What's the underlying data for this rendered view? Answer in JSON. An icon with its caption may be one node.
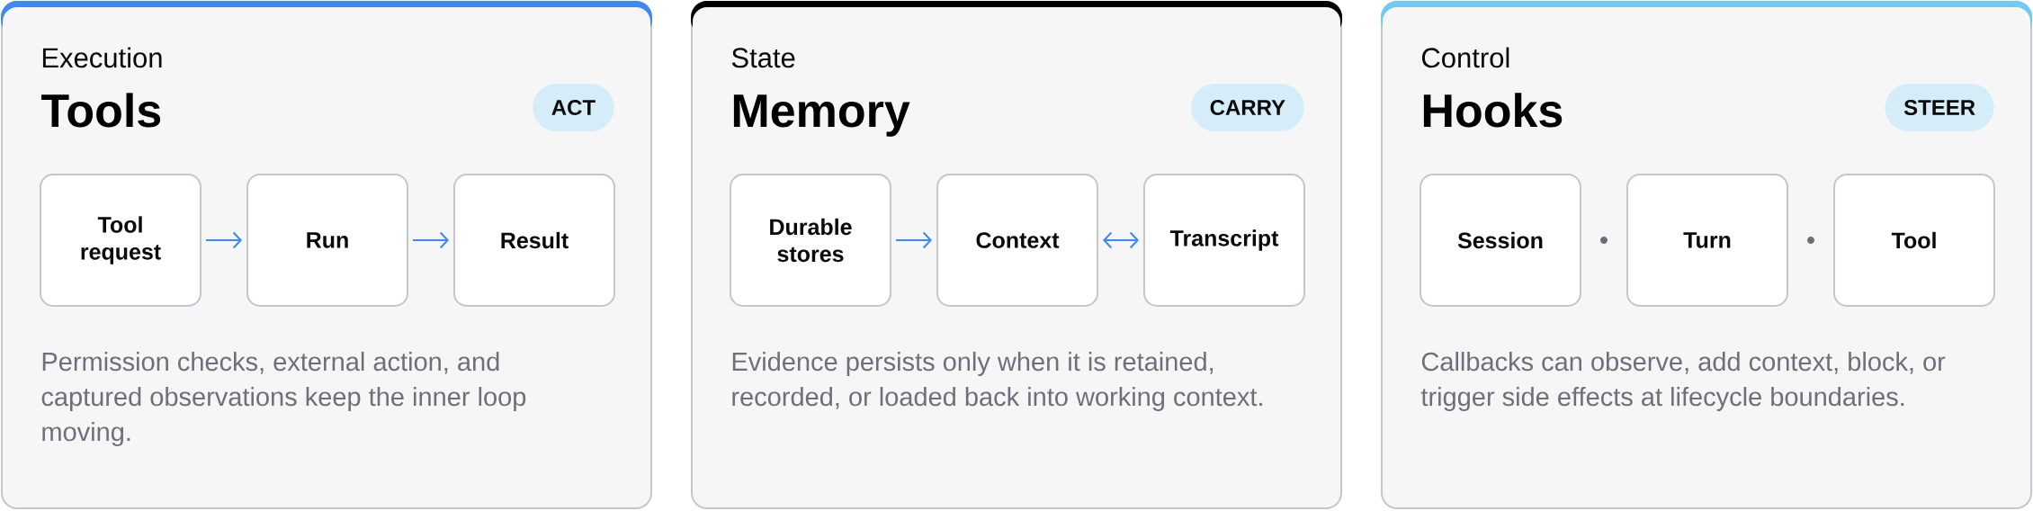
{
  "diagram": {
    "nodes": [
      {
        "text": [
          "Execution",
          "Tools",
          "Permission checks, external action, and captured observations keep the inner loop moving."
        ]
      },
      {
        "text": [
          "ACT"
        ],
        "in": 0
      },
      {
        "text": [
          "Tool request"
        ],
        "in": 0
      },
      {
        "text": [
          "Run"
        ],
        "in": 0
      },
      {
        "text": [
          "Result"
        ],
        "in": 0
      },
      {
        "text": [
          "State",
          "Memory",
          "Evidence persists only when it is retained, recorded, or loaded back into working context."
        ]
      },
      {
        "text": [
          "CARRY"
        ],
        "in": 5
      },
      {
        "text": [
          "Durable stores"
        ],
        "in": 5
      },
      {
        "text": [
          "Context"
        ],
        "in": 5
      },
      {
        "text": [
          "Transcript"
        ],
        "in": 5
      },
      {
        "text": [
          "Control",
          "Hooks",
          "Callbacks can observe, add context, block, or trigger side effects at lifecycle boundaries."
        ]
      },
      {
        "text": [
          "STEER"
        ],
        "in": 10
      },
      {
        "text": [
          "Session"
        ],
        "in": 10
      },
      {
        "text": [
          "Turn"
        ],
        "in": 10
      },
      {
        "text": [
          "Tool"
        ],
        "in": 10
      }
    ],
    "edges": [
      {
        "from": 2,
        "to": 3,
        "arrow": "to"
      },
      {
        "from": 3,
        "to": 4,
        "arrow": "to"
      },
      {
        "from": 7,
        "to": 8,
        "arrow": "to"
      },
      {
        "from": 8,
        "to": 9,
        "arrow": "both"
      }
    ]
  }
}
